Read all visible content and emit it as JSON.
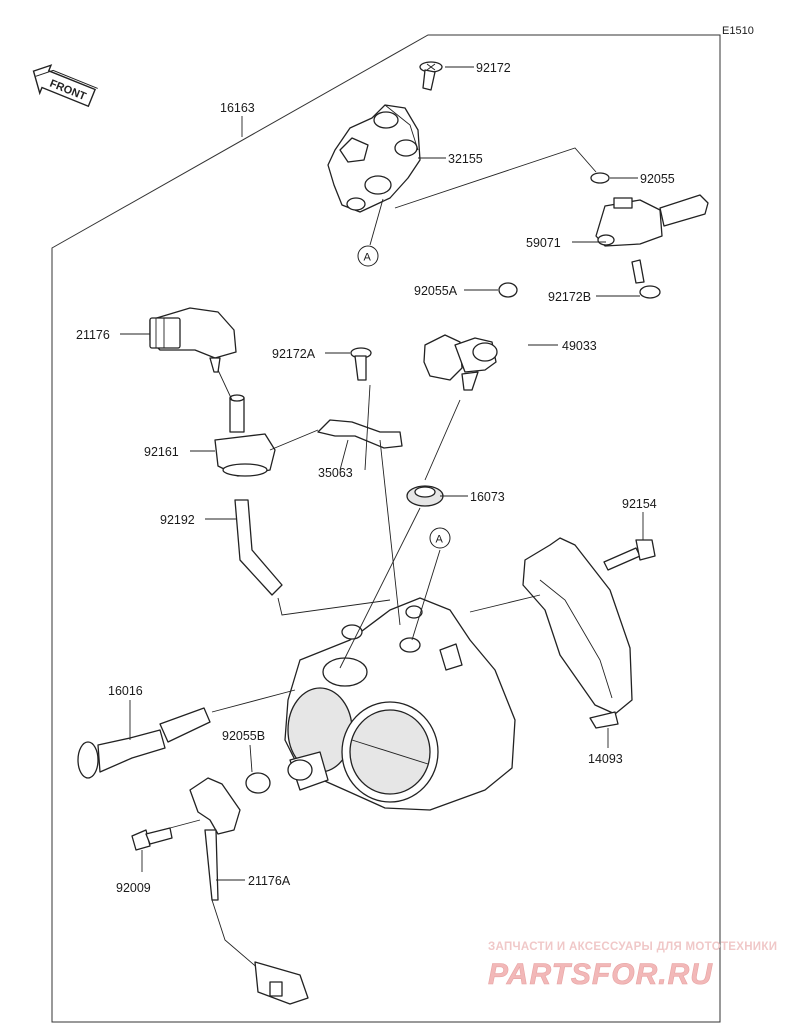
{
  "diagram": {
    "code": "E1510",
    "front_label": "FRONT",
    "callout_letter": "A",
    "parts": {
      "p16163": "16163",
      "p92172": "92172",
      "p32155": "32155",
      "p92055": "92055",
      "p59071": "59071",
      "p92172B": "92172B",
      "p21176": "21176",
      "p92055A": "92055A",
      "p49033": "49033",
      "p92172A": "92172A",
      "p92161": "92161",
      "p35063": "35063",
      "p16073": "16073",
      "p92192": "92192",
      "p92154": "92154",
      "p16016": "16016",
      "p92055B": "92055B",
      "p14093": "14093",
      "p92009": "92009",
      "p21176A": "21176A"
    }
  },
  "watermark": {
    "tagline": "ЗАПЧАСТИ И АКСЕССУАРЫ ДЛЯ МОТОТЕХНИКИ",
    "logo": "PARTSFOR.RU",
    "colors": {
      "tagline": "#f0c8c8",
      "logo": "#f2b8b8"
    }
  }
}
